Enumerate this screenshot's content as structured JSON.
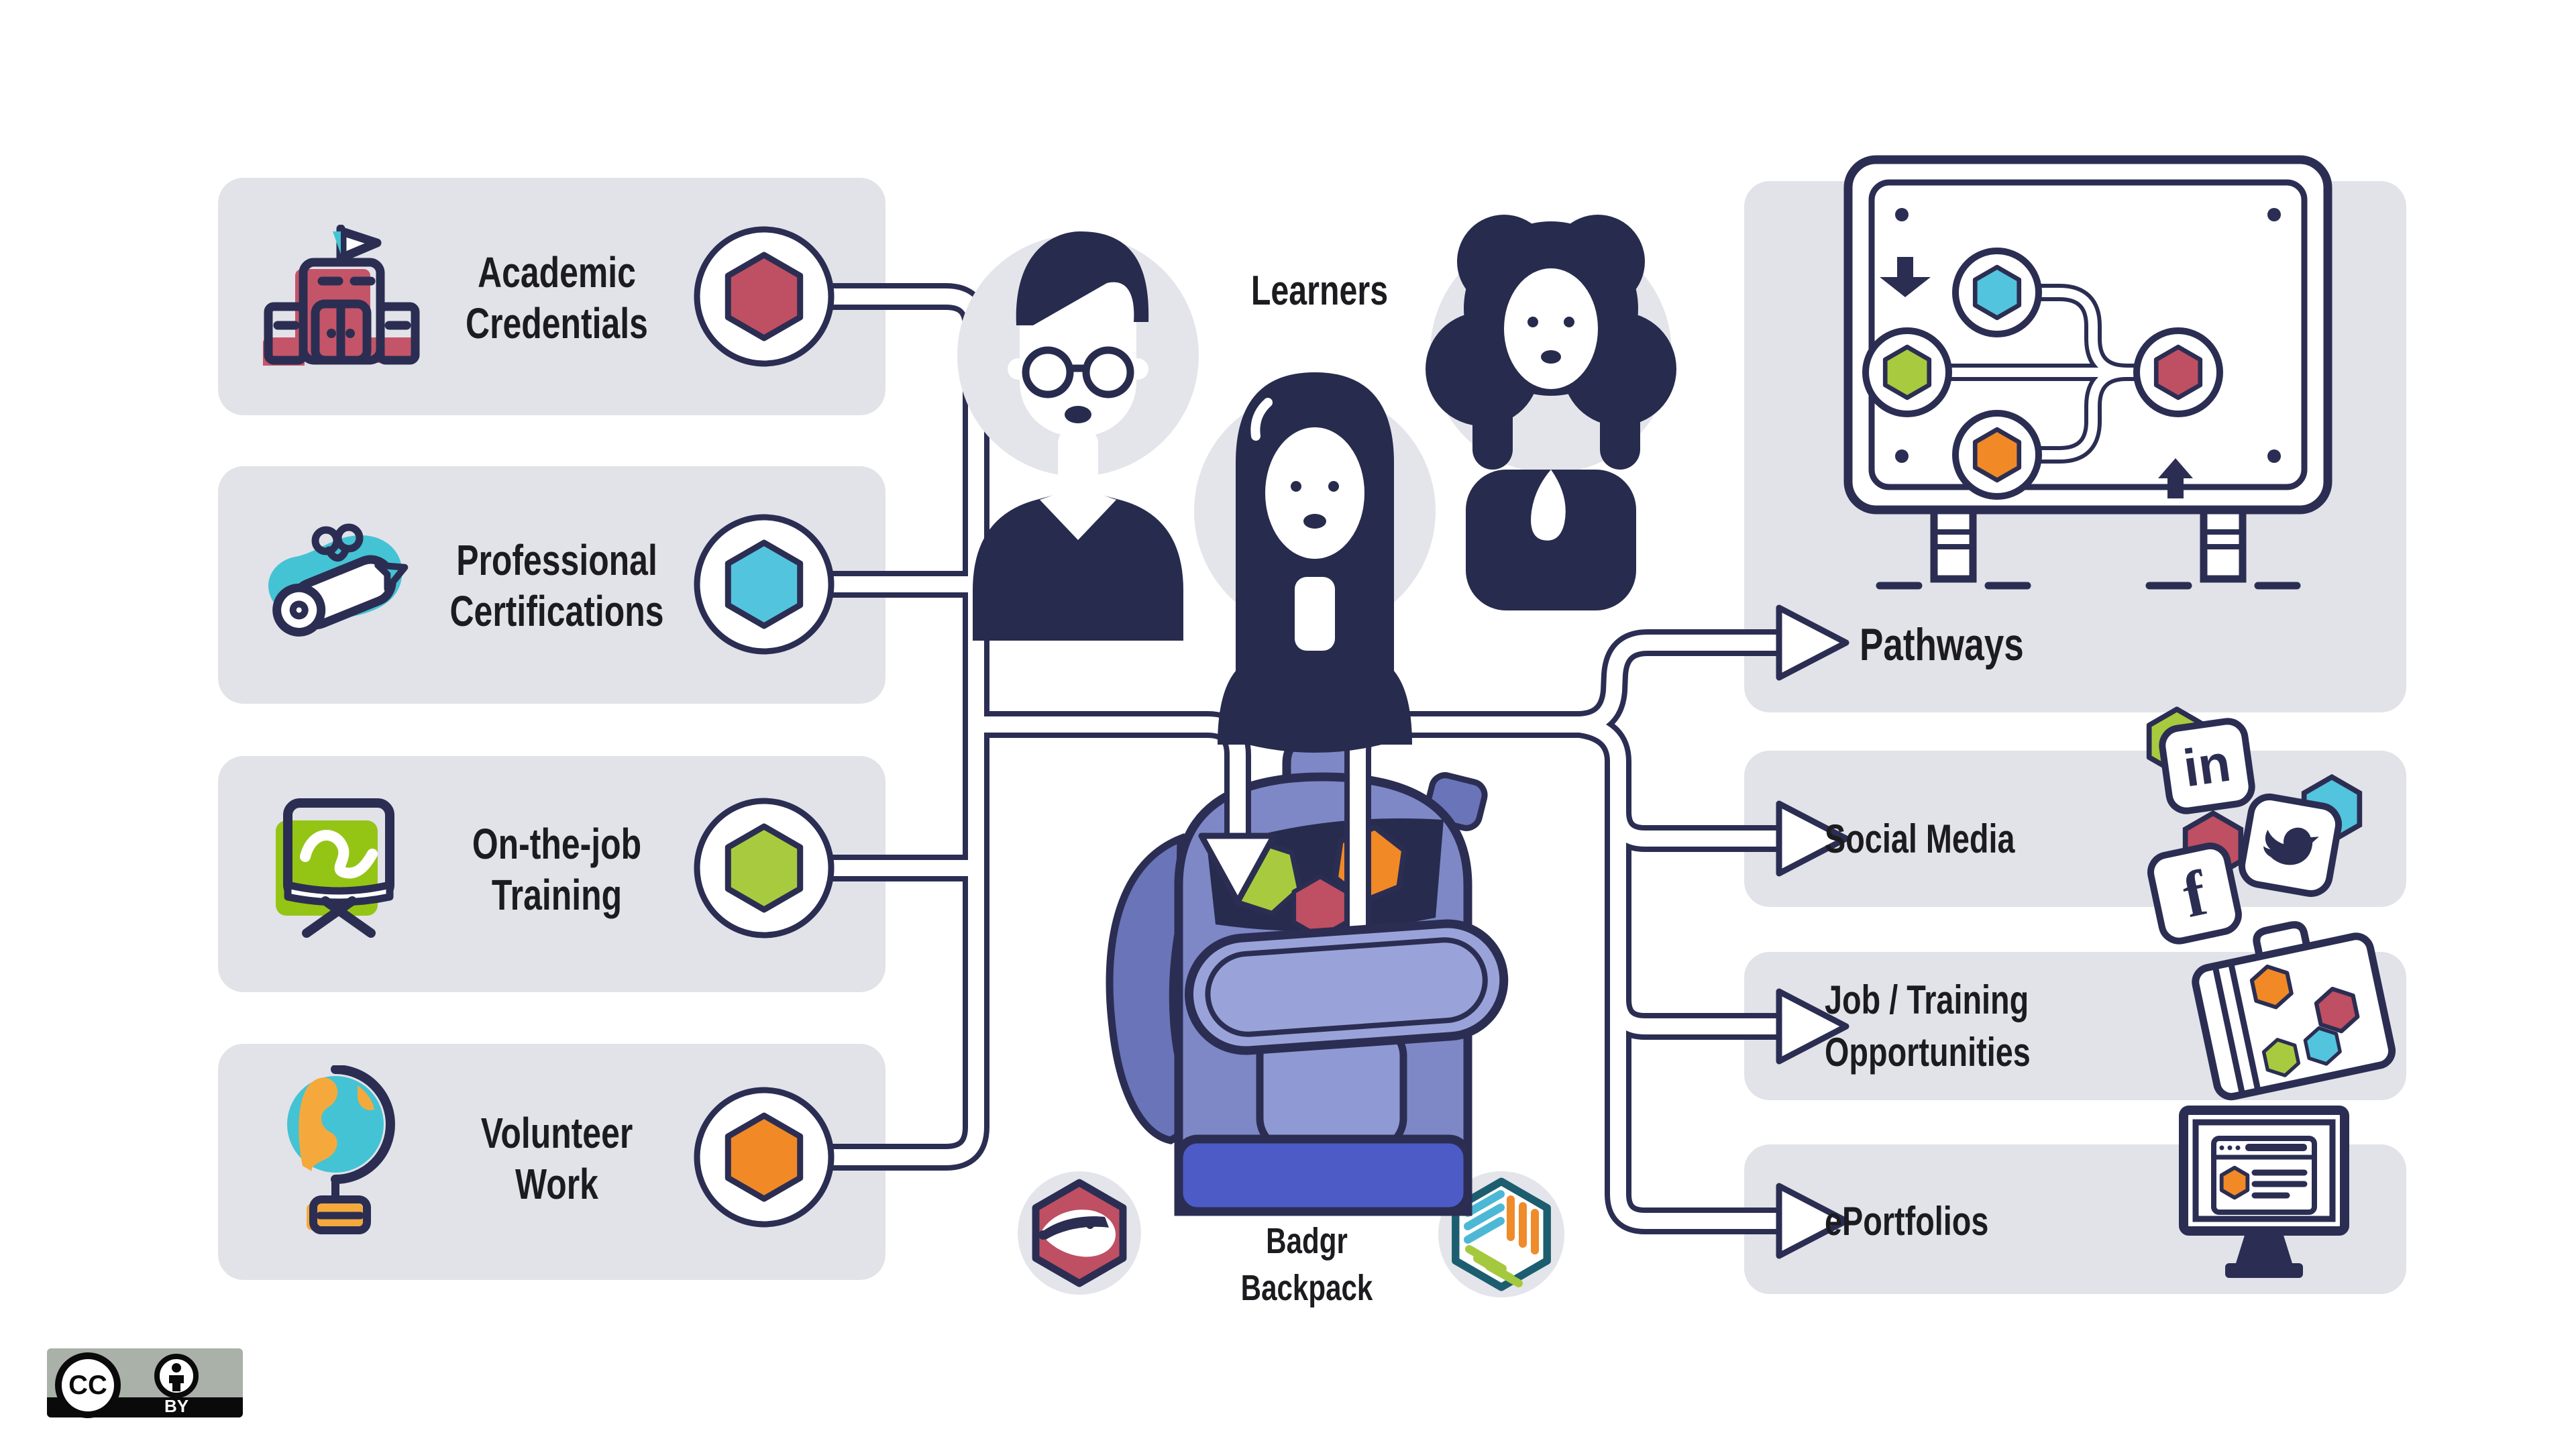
{
  "title": "Badgr Backpack open badges flow diagram",
  "sources": [
    {
      "id": "academic-credentials",
      "label": "Academic\nCredentials",
      "icon": "school-icon",
      "badge_color": "#bf4f63"
    },
    {
      "id": "professional-certifications",
      "label": "Professional\nCertifications",
      "icon": "diploma-icon",
      "badge_color": "#53c4dd"
    },
    {
      "id": "on-the-job-training",
      "label": "On-the-job\nTraining",
      "icon": "chalkboard-icon",
      "badge_color": "#a8ca3f"
    },
    {
      "id": "volunteer-work",
      "label": "Volunteer\nWork",
      "icon": "globe-icon",
      "badge_color": "#f18927"
    }
  ],
  "center": {
    "learners_label": "Learners",
    "backpack_label": "Badgr\nBackpack"
  },
  "destinations": [
    {
      "id": "pathways",
      "label": "Pathways",
      "icon": "pathways-board-icon"
    },
    {
      "id": "social-media",
      "label": "Social Media",
      "icon": "social-icons"
    },
    {
      "id": "job-training-opportunities",
      "label": "Job / Training\nOpportunities",
      "icon": "briefcase-icon"
    },
    {
      "id": "eportfolios",
      "label": "ePortfolios",
      "icon": "monitor-icon"
    }
  ],
  "social": {
    "linkedin_glyph": "in",
    "facebook_glyph": "f",
    "twitter_icon": "twitter-bird-icon"
  },
  "license": {
    "cc_label": "CC",
    "by_label": "BY"
  },
  "colors": {
    "navy": "#2b2e52",
    "crimson": "#bf4f63",
    "cyan": "#53c4dd",
    "green": "#a8ca3f",
    "board_green": "#94c515",
    "orange": "#f18927",
    "teal": "#44c3d4",
    "box_gray": "#e2e2e9",
    "backpack_body": "#7e88c7",
    "backpack_flap": "#9aa3d9",
    "backpack_base": "#4c5bc5",
    "text": "#1c1c20"
  }
}
